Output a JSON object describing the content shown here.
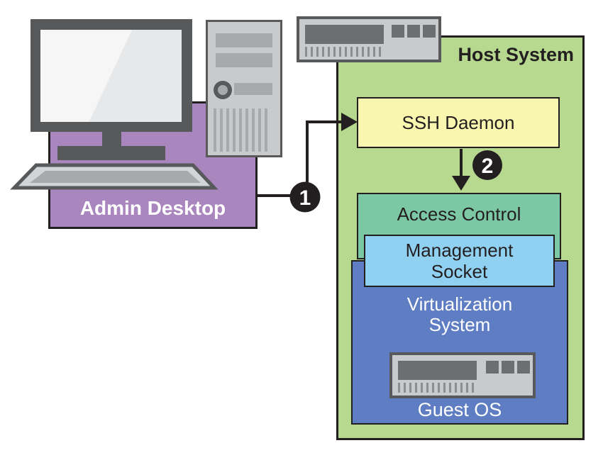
{
  "host_system": {
    "label": "Host System"
  },
  "admin_desktop": {
    "label": "Admin Desktop"
  },
  "nodes": {
    "ssh_daemon": {
      "label": "SSH Daemon"
    },
    "access_control": {
      "label": "Access Control"
    },
    "management_socket": {
      "line1": "Management",
      "line2": "Socket"
    },
    "virtualization_system": {
      "line1": "Virtualization",
      "line2": "System"
    },
    "guest_os": {
      "label": "Guest OS"
    }
  },
  "badges": {
    "step1": "1",
    "step2": "2"
  },
  "colors": {
    "host_green": "#b6d98f",
    "ssh_yellow": "#f9f6b0",
    "access_teal": "#7cc8a5",
    "socket_light_blue": "#90d0f0",
    "virtualization_blue": "#5f7dc2",
    "admin_purple": "#aa86be",
    "outline_dark": "#231f20",
    "hardware_gray_dark": "#58595b",
    "hardware_gray_light": "#c9cacb",
    "hardware_gray_mid": "#a7a9ab"
  }
}
